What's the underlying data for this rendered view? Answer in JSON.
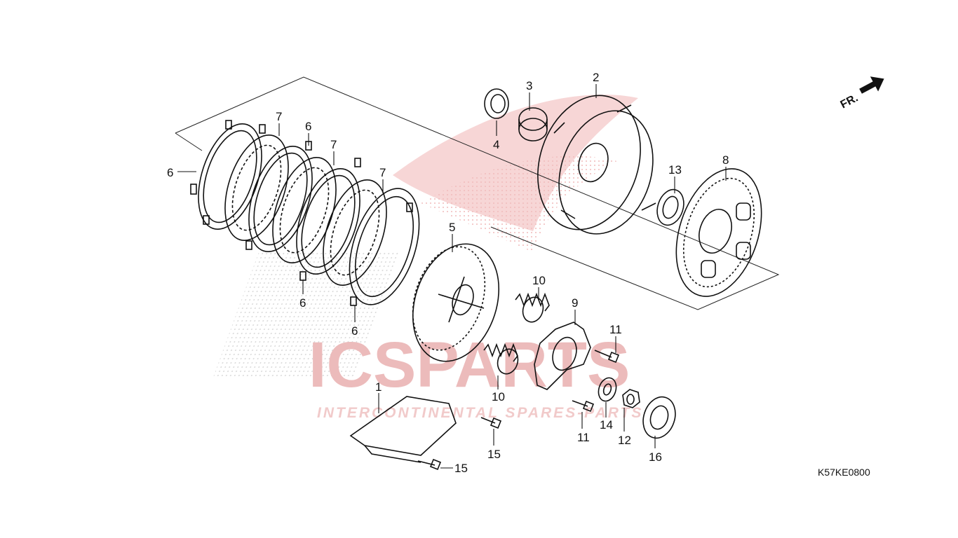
{
  "diagram_code": "K57KE0800",
  "front_indicator": "FR.",
  "watermark": {
    "brand": "ICSPARTS",
    "tagline": "INTERCONTINENTAL SPARES-PARTS"
  },
  "callouts": [
    "1",
    "2",
    "3",
    "4",
    "5",
    "6",
    "6",
    "6",
    "6",
    "7",
    "7",
    "7",
    "8",
    "9",
    "10",
    "10",
    "11",
    "11",
    "12",
    "13",
    "14",
    "15",
    "15",
    "16"
  ],
  "colors": {
    "line": "#111111",
    "watermark_red": "#e8a0a0",
    "watermark_grey": "#d6d6d6"
  }
}
